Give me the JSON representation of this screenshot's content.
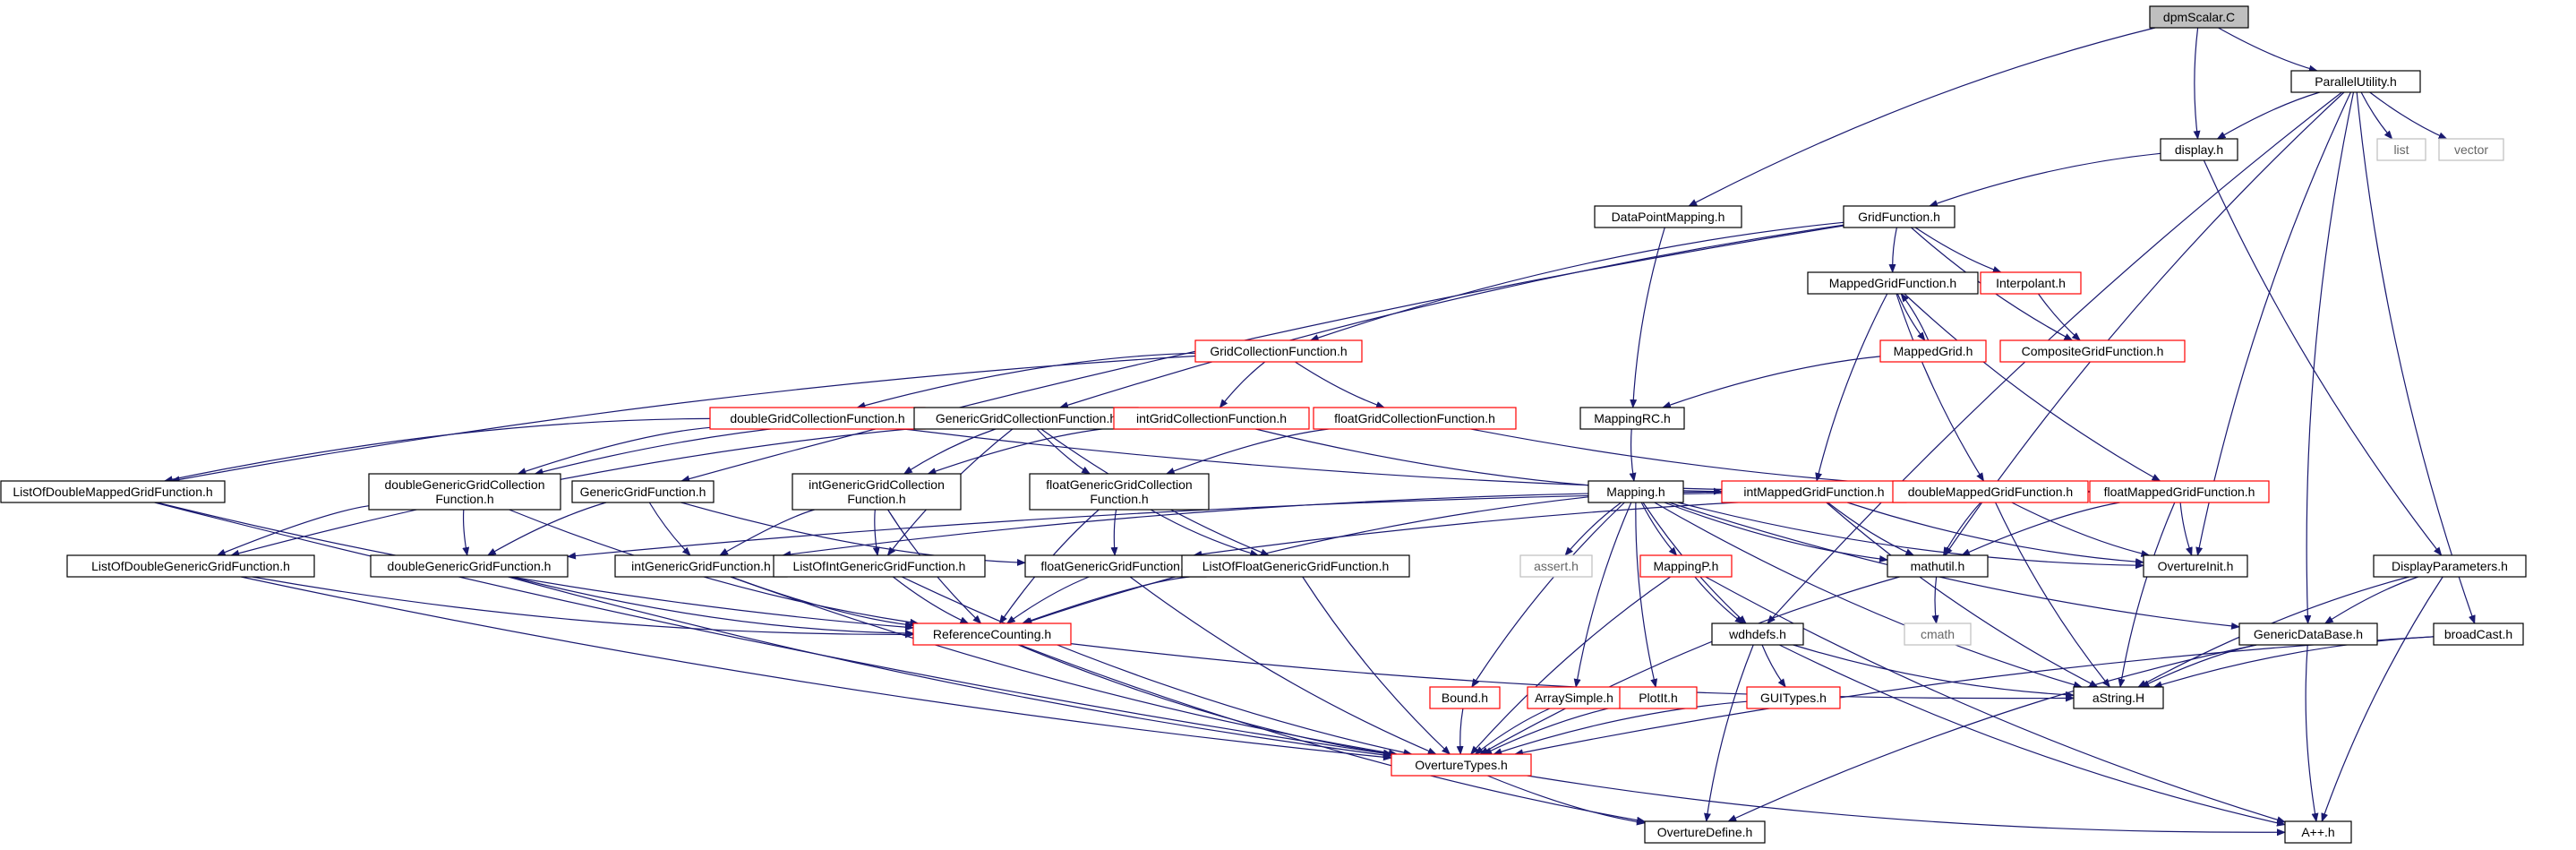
{
  "diagram": {
    "nodes": [
      {
        "id": "dpmScalar",
        "label": "dpmScalar.C",
        "style": "root"
      },
      {
        "id": "ParallelUtility",
        "label": "ParallelUtility.h",
        "style": "black"
      },
      {
        "id": "display",
        "label": "display.h",
        "style": "black"
      },
      {
        "id": "list",
        "label": "list",
        "style": "gray"
      },
      {
        "id": "vector",
        "label": "vector",
        "style": "gray"
      },
      {
        "id": "DataPointMapping",
        "label": "DataPointMapping.h",
        "style": "black"
      },
      {
        "id": "GridFunction",
        "label": "GridFunction.h",
        "style": "black"
      },
      {
        "id": "MappedGridFunction",
        "label": "MappedGridFunction.h",
        "style": "black"
      },
      {
        "id": "Interpolant",
        "label": "Interpolant.h",
        "style": "red"
      },
      {
        "id": "MappedGrid",
        "label": "MappedGrid.h",
        "style": "red"
      },
      {
        "id": "CompositeGridFunction",
        "label": "CompositeGridFunction.h",
        "style": "red"
      },
      {
        "id": "GridCollectionFunction",
        "label": "GridCollectionFunction.h",
        "style": "red"
      },
      {
        "id": "doubleGridCollectionFunction",
        "label": "doubleGridCollectionFunction.h",
        "style": "red"
      },
      {
        "id": "GenericGridCollectionFunction",
        "label": "GenericGridCollectionFunction.h",
        "style": "black"
      },
      {
        "id": "intGridCollectionFunction",
        "label": "intGridCollectionFunction.h",
        "style": "red"
      },
      {
        "id": "floatGridCollectionFunction",
        "label": "floatGridCollectionFunction.h",
        "style": "red"
      },
      {
        "id": "MappingRC",
        "label": "MappingRC.h",
        "style": "black"
      },
      {
        "id": "ListOfDoubleMappedGridFunction",
        "label": "ListOfDoubleMappedGridFunction.h",
        "style": "black"
      },
      {
        "id": "doubleGenericGridCollectionFunction",
        "label": "doubleGenericGridCollection\nFunction.h",
        "style": "black"
      },
      {
        "id": "GenericGridFunction",
        "label": "GenericGridFunction.h",
        "style": "black"
      },
      {
        "id": "intGenericGridCollectionFunction",
        "label": "intGenericGridCollection\nFunction.h",
        "style": "black"
      },
      {
        "id": "floatGenericGridCollectionFunction",
        "label": "floatGenericGridCollection\nFunction.h",
        "style": "black"
      },
      {
        "id": "Mapping",
        "label": "Mapping.h",
        "style": "black"
      },
      {
        "id": "intMappedGridFunction",
        "label": "intMappedGridFunction.h",
        "style": "red"
      },
      {
        "id": "doubleMappedGridFunction",
        "label": "doubleMappedGridFunction.h",
        "style": "red"
      },
      {
        "id": "floatMappedGridFunction",
        "label": "floatMappedGridFunction.h",
        "style": "red"
      },
      {
        "id": "ListOfDoubleGenericGridFunction",
        "label": "ListOfDoubleGenericGridFunction.h",
        "style": "black"
      },
      {
        "id": "doubleGenericGridFunction",
        "label": "doubleGenericGridFunction.h",
        "style": "black"
      },
      {
        "id": "intGenericGridFunction",
        "label": "intGenericGridFunction.h",
        "style": "black"
      },
      {
        "id": "ListOfIntGenericGridFunction",
        "label": "ListOfIntGenericGridFunction.h",
        "style": "black"
      },
      {
        "id": "floatGenericGridFunction",
        "label": "floatGenericGridFunction.h",
        "style": "black"
      },
      {
        "id": "ListOfFloatGenericGridFunction",
        "label": "ListOfFloatGenericGridFunction.h",
        "style": "black"
      },
      {
        "id": "assert",
        "label": "assert.h",
        "style": "gray"
      },
      {
        "id": "MappingP",
        "label": "MappingP.h",
        "style": "red"
      },
      {
        "id": "mathutil",
        "label": "mathutil.h",
        "style": "black"
      },
      {
        "id": "OvertureInit",
        "label": "OvertureInit.h",
        "style": "black"
      },
      {
        "id": "DisplayParameters",
        "label": "DisplayParameters.h",
        "style": "black"
      },
      {
        "id": "ReferenceCounting",
        "label": "ReferenceCounting.h",
        "style": "red"
      },
      {
        "id": "cmath",
        "label": "cmath",
        "style": "gray"
      },
      {
        "id": "wdhdefs",
        "label": "wdhdefs.h",
        "style": "black"
      },
      {
        "id": "GenericDataBase",
        "label": "GenericDataBase.h",
        "style": "black"
      },
      {
        "id": "broadCast",
        "label": "broadCast.h",
        "style": "black"
      },
      {
        "id": "aString",
        "label": "aString.H",
        "style": "black"
      },
      {
        "id": "Bound",
        "label": "Bound.h",
        "style": "red"
      },
      {
        "id": "ArraySimple",
        "label": "ArraySimple.h",
        "style": "red"
      },
      {
        "id": "PlotIt",
        "label": "PlotIt.h",
        "style": "red"
      },
      {
        "id": "GUITypes",
        "label": "GUITypes.h",
        "style": "red"
      },
      {
        "id": "OvertureTypes",
        "label": "OvertureTypes.h",
        "style": "red"
      },
      {
        "id": "OvertureDefine",
        "label": "OvertureDefine.h",
        "style": "black"
      },
      {
        "id": "App",
        "label": "A++.h",
        "style": "black"
      }
    ],
    "edges": [
      [
        "dpmScalar",
        "ParallelUtility"
      ],
      [
        "dpmScalar",
        "display"
      ],
      [
        "dpmScalar",
        "DataPointMapping"
      ],
      [
        "ParallelUtility",
        "display"
      ],
      [
        "ParallelUtility",
        "list"
      ],
      [
        "ParallelUtility",
        "vector"
      ],
      [
        "ParallelUtility",
        "mathutil"
      ],
      [
        "ParallelUtility",
        "OvertureInit"
      ],
      [
        "ParallelUtility",
        "GenericDataBase"
      ],
      [
        "ParallelUtility",
        "broadCast"
      ],
      [
        "ParallelUtility",
        "wdhdefs"
      ],
      [
        "display",
        "GridFunction"
      ],
      [
        "display",
        "DisplayParameters"
      ],
      [
        "DataPointMapping",
        "MappingRC"
      ],
      [
        "GridFunction",
        "MappedGridFunction"
      ],
      [
        "GridFunction",
        "Interpolant"
      ],
      [
        "GridFunction",
        "CompositeGridFunction"
      ],
      [
        "GridFunction",
        "GridCollectionFunction"
      ],
      [
        "GridFunction",
        "GenericGridCollectionFunction"
      ],
      [
        "GridFunction",
        "GenericGridFunction"
      ],
      [
        "MappedGridFunction",
        "MappedGrid"
      ],
      [
        "MappedGrid",
        "MappedGridFunction"
      ],
      [
        "MappedGridFunction",
        "intMappedGridFunction"
      ],
      [
        "MappedGridFunction",
        "doubleMappedGridFunction"
      ],
      [
        "MappedGridFunction",
        "floatMappedGridFunction"
      ],
      [
        "MappedGrid",
        "MappingRC"
      ],
      [
        "Interpolant",
        "CompositeGridFunction"
      ],
      [
        "GridCollectionFunction",
        "doubleGridCollectionFunction"
      ],
      [
        "GridCollectionFunction",
        "intGridCollectionFunction"
      ],
      [
        "GridCollectionFunction",
        "floatGridCollectionFunction"
      ],
      [
        "GridCollectionFunction",
        "ListOfDoubleMappedGridFunction"
      ],
      [
        "doubleGridCollectionFunction",
        "doubleGenericGridCollectionFunction"
      ],
      [
        "doubleGridCollectionFunction",
        "doubleMappedGridFunction"
      ],
      [
        "doubleGridCollectionFunction",
        "ListOfDoubleMappedGridFunction"
      ],
      [
        "GenericGridCollectionFunction",
        "doubleGenericGridCollectionFunction"
      ],
      [
        "GenericGridCollectionFunction",
        "intGenericGridCollectionFunction"
      ],
      [
        "GenericGridCollectionFunction",
        "floatGenericGridCollectionFunction"
      ],
      [
        "GenericGridCollectionFunction",
        "ListOfDoubleGenericGridFunction"
      ],
      [
        "GenericGridCollectionFunction",
        "ListOfIntGenericGridFunction"
      ],
      [
        "GenericGridCollectionFunction",
        "ListOfFloatGenericGridFunction"
      ],
      [
        "intGridCollectionFunction",
        "intGenericGridCollectionFunction"
      ],
      [
        "intGridCollectionFunction",
        "intMappedGridFunction"
      ],
      [
        "floatGridCollectionFunction",
        "floatGenericGridCollectionFunction"
      ],
      [
        "floatGridCollectionFunction",
        "floatMappedGridFunction"
      ],
      [
        "MappingRC",
        "Mapping"
      ],
      [
        "ListOfDoubleMappedGridFunction",
        "ReferenceCounting"
      ],
      [
        "ListOfDoubleMappedGridFunction",
        "OvertureTypes"
      ],
      [
        "doubleGenericGridCollectionFunction",
        "doubleGenericGridFunction"
      ],
      [
        "doubleGenericGridCollectionFunction",
        "ListOfDoubleGenericGridFunction"
      ],
      [
        "doubleGenericGridCollectionFunction",
        "ReferenceCounting"
      ],
      [
        "GenericGridFunction",
        "doubleGenericGridFunction"
      ],
      [
        "GenericGridFunction",
        "intGenericGridFunction"
      ],
      [
        "GenericGridFunction",
        "floatGenericGridFunction"
      ],
      [
        "intGenericGridCollectionFunction",
        "intGenericGridFunction"
      ],
      [
        "intGenericGridCollectionFunction",
        "ListOfIntGenericGridFunction"
      ],
      [
        "intGenericGridCollectionFunction",
        "ReferenceCounting"
      ],
      [
        "floatGenericGridCollectionFunction",
        "floatGenericGridFunction"
      ],
      [
        "floatGenericGridCollectionFunction",
        "ListOfFloatGenericGridFunction"
      ],
      [
        "floatGenericGridCollectionFunction",
        "ReferenceCounting"
      ],
      [
        "Mapping",
        "assert"
      ],
      [
        "Mapping",
        "MappingP"
      ],
      [
        "Mapping",
        "mathutil"
      ],
      [
        "Mapping",
        "OvertureInit"
      ],
      [
        "Mapping",
        "wdhdefs"
      ],
      [
        "Mapping",
        "ReferenceCounting"
      ],
      [
        "Mapping",
        "GenericDataBase"
      ],
      [
        "Mapping",
        "aString"
      ],
      [
        "Mapping",
        "Bound"
      ],
      [
        "Mapping",
        "ArraySimple"
      ],
      [
        "Mapping",
        "PlotIt"
      ],
      [
        "intMappedGridFunction",
        "intGenericGridFunction"
      ],
      [
        "intMappedGridFunction",
        "mathutil"
      ],
      [
        "intMappedGridFunction",
        "OvertureInit"
      ],
      [
        "intMappedGridFunction",
        "aString"
      ],
      [
        "doubleMappedGridFunction",
        "doubleGenericGridFunction"
      ],
      [
        "doubleMappedGridFunction",
        "mathutil"
      ],
      [
        "doubleMappedGridFunction",
        "OvertureInit"
      ],
      [
        "doubleMappedGridFunction",
        "aString"
      ],
      [
        "floatMappedGridFunction",
        "floatGenericGridFunction"
      ],
      [
        "floatMappedGridFunction",
        "mathutil"
      ],
      [
        "floatMappedGridFunction",
        "OvertureInit"
      ],
      [
        "floatMappedGridFunction",
        "aString"
      ],
      [
        "ListOfDoubleGenericGridFunction",
        "ReferenceCounting"
      ],
      [
        "ListOfDoubleGenericGridFunction",
        "OvertureTypes"
      ],
      [
        "doubleGenericGridFunction",
        "ReferenceCounting"
      ],
      [
        "doubleGenericGridFunction",
        "OvertureTypes"
      ],
      [
        "intGenericGridFunction",
        "ReferenceCounting"
      ],
      [
        "intGenericGridFunction",
        "OvertureTypes"
      ],
      [
        "ListOfIntGenericGridFunction",
        "ReferenceCounting"
      ],
      [
        "ListOfIntGenericGridFunction",
        "OvertureTypes"
      ],
      [
        "floatGenericGridFunction",
        "ReferenceCounting"
      ],
      [
        "floatGenericGridFunction",
        "OvertureTypes"
      ],
      [
        "ListOfFloatGenericGridFunction",
        "ReferenceCounting"
      ],
      [
        "ListOfFloatGenericGridFunction",
        "OvertureTypes"
      ],
      [
        "MappingP",
        "wdhdefs"
      ],
      [
        "MappingP",
        "OvertureTypes"
      ],
      [
        "MappingP",
        "App"
      ],
      [
        "mathutil",
        "cmath"
      ],
      [
        "mathutil",
        "OvertureTypes"
      ],
      [
        "DisplayParameters",
        "GenericDataBase"
      ],
      [
        "DisplayParameters",
        "aString"
      ],
      [
        "DisplayParameters",
        "App"
      ],
      [
        "ReferenceCounting",
        "OvertureTypes"
      ],
      [
        "ReferenceCounting",
        "OvertureDefine"
      ],
      [
        "ReferenceCounting",
        "aString"
      ],
      [
        "wdhdefs",
        "GUITypes"
      ],
      [
        "wdhdefs",
        "aString"
      ],
      [
        "wdhdefs",
        "OvertureDefine"
      ],
      [
        "wdhdefs",
        "App"
      ],
      [
        "GenericDataBase",
        "aString"
      ],
      [
        "GenericDataBase",
        "OvertureDefine"
      ],
      [
        "GenericDataBase",
        "App"
      ],
      [
        "broadCast",
        "aString"
      ],
      [
        "broadCast",
        "OvertureTypes"
      ],
      [
        "Bound",
        "OvertureTypes"
      ],
      [
        "ArraySimple",
        "OvertureTypes"
      ],
      [
        "PlotIt",
        "OvertureTypes"
      ],
      [
        "GUITypes",
        "OvertureTypes"
      ],
      [
        "OvertureTypes",
        "OvertureDefine"
      ],
      [
        "OvertureTypes",
        "App"
      ]
    ],
    "colors": {
      "edge": "#191970",
      "node_border_black": "#000000",
      "node_border_red": "#ff0000",
      "node_border_gray": "#bfbfbf",
      "root_fill": "#bfbfbf",
      "node_fill": "#ffffff",
      "gray_text": "#666666"
    }
  }
}
